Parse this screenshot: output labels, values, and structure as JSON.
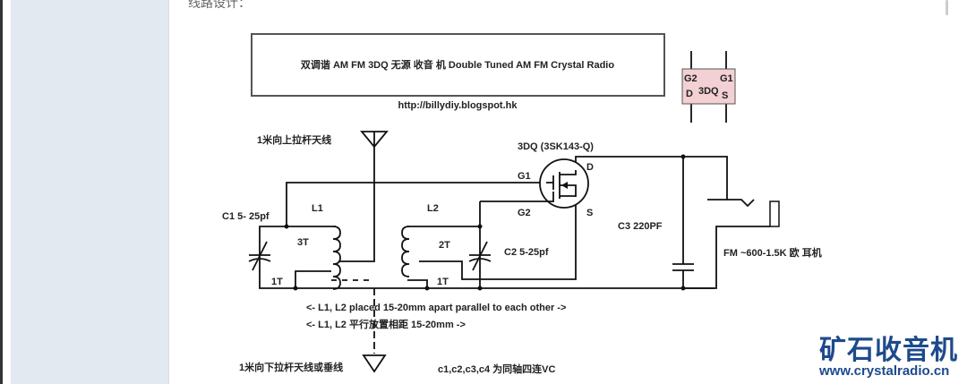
{
  "page": {
    "heading": "线路设计："
  },
  "schematic": {
    "title": "双调谐 AM FM 3DQ 无源  收音 机 Double Tuned AM FM Crystal Radio",
    "url": "http://billydiy.blogspot.hk",
    "pinout": {
      "g2": "G2",
      "g1": "G1",
      "d": "D",
      "name": "3DQ",
      "s": "S",
      "fill": "#f2d0d3"
    },
    "antenna_up": "1米向上拉杆天线",
    "antenna_down": "1米向下拉杆天线或垂线",
    "transistor": "3DQ (3SK143-Q)",
    "pins": {
      "g1": "G1",
      "g2": "G2",
      "d": "D",
      "s": "S"
    },
    "l1": "L1",
    "l2": "L2",
    "c1": "C1 5- 25pf",
    "c2": "C2 5-25pf",
    "c3": "C3 220PF",
    "t3": "3T",
    "t2": "2T",
    "t1a": "1T",
    "t1b": "1T",
    "earphone": "FM ~600-1.5K 欧 耳机",
    "note_en": "<- L1, L2 placed  15-20mm apart parallel to each other ->",
    "note_cn": "<- L1, L2 平行放置相距  15-20mm  ->",
    "note_vc": "c1,c2,c3,c4 为同轴四连VC"
  },
  "watermark": {
    "name": "矿石收音机",
    "url": "www.crystalradio.cn",
    "color": "#1d4a8c"
  }
}
